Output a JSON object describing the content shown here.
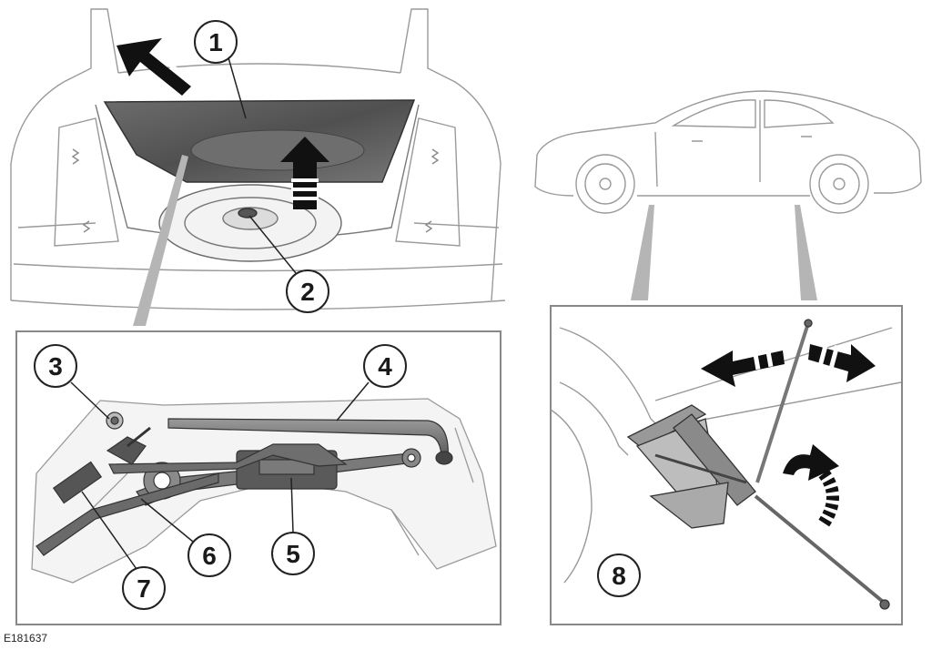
{
  "figure_code": "E181637",
  "callouts": [
    "1",
    "2",
    "3",
    "4",
    "5",
    "6",
    "7",
    "8"
  ],
  "colors": {
    "line": "#3a3a3a",
    "light_line": "#9a9a9a",
    "panel_fill": "#5e5e5e",
    "arrow": "#111111",
    "leader_band": "#b5b5b5"
  }
}
